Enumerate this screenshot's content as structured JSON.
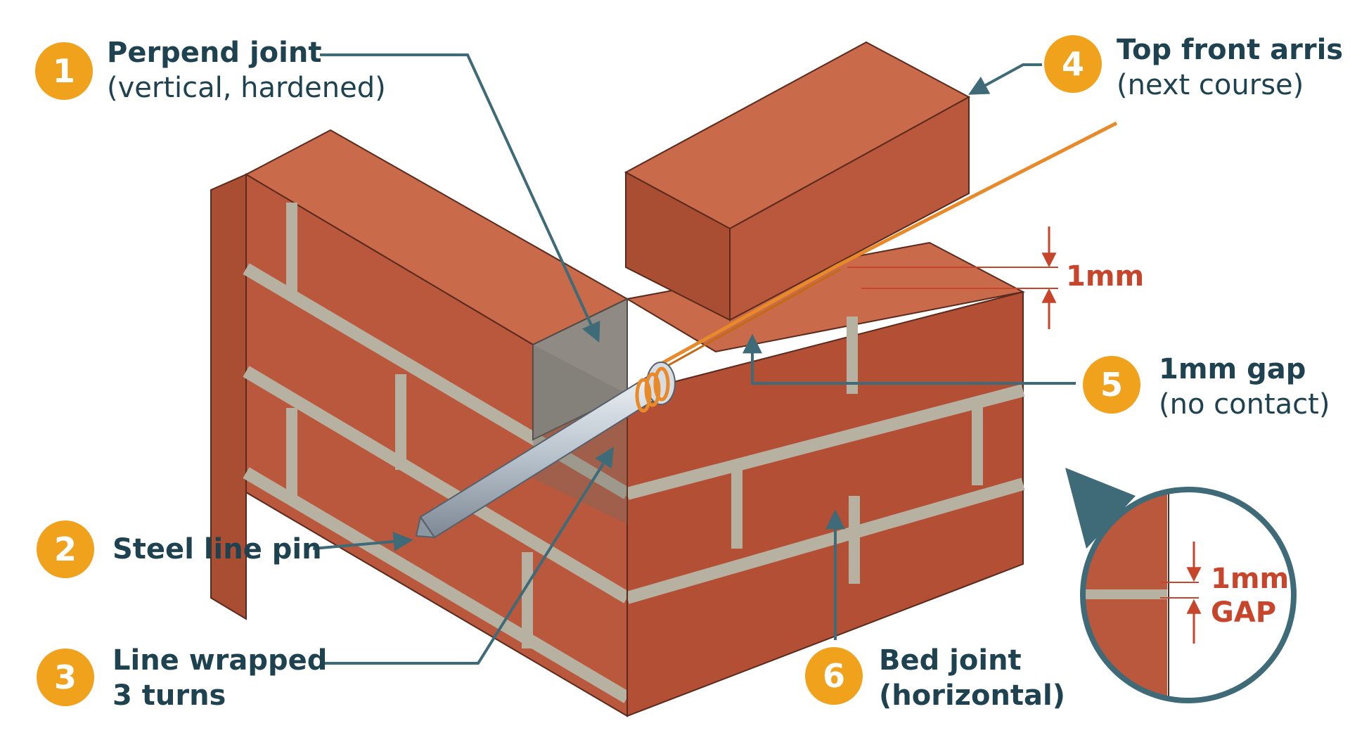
{
  "callouts": [
    {
      "num": "1",
      "title": "Perpend joint",
      "sub": "(vertical, hardened)"
    },
    {
      "num": "2",
      "title": "Steel line pin",
      "sub": ""
    },
    {
      "num": "3",
      "title": "Line wrapped",
      "sub": "3 turns"
    },
    {
      "num": "4",
      "title": "Top front arris",
      "sub": "(next course)"
    },
    {
      "num": "5",
      "title": "1mm gap",
      "sub": "(no contact)"
    },
    {
      "num": "6",
      "title": "Bed joint",
      "sub": "(horizontal)"
    }
  ],
  "dimension": {
    "value": "1mm"
  },
  "inset": {
    "line1": "1mm",
    "line2": "GAP"
  },
  "colors": {
    "brick": "#b9583c",
    "mortar": "#b7b1a2",
    "line": "#e8892a",
    "accent": "#f0a21c",
    "leader": "#3f6b78",
    "text": "#1f4250",
    "dimension": "#c7452a"
  }
}
